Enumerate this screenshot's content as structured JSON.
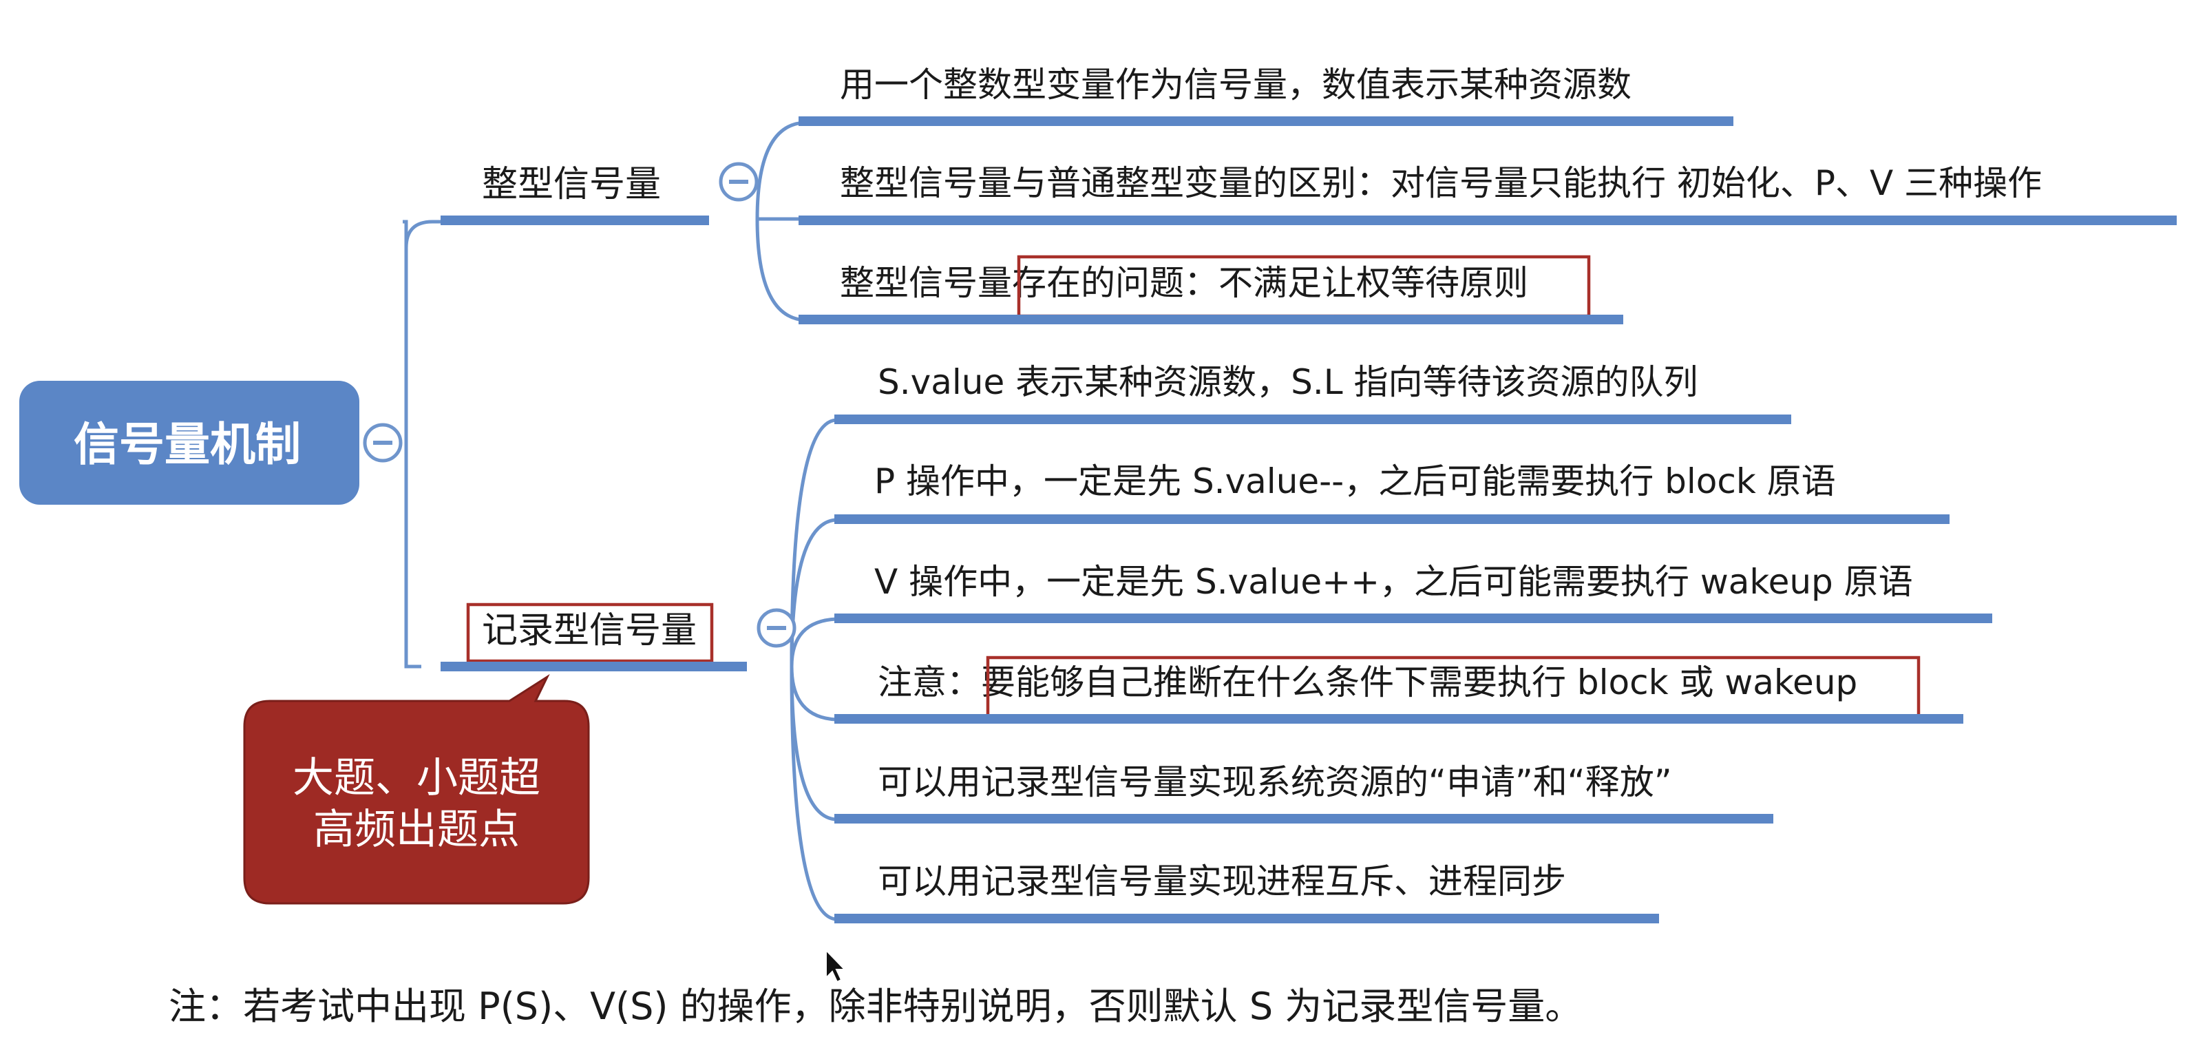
{
  "root": {
    "label": "信号量机制",
    "color": "#5b86c6"
  },
  "branches": [
    {
      "label": "整型信号量",
      "items": [
        {
          "label": "用一个整数型变量作为信号量，数值表示某种资源数"
        },
        {
          "label": "整型信号量与普通整型变量的区别：对信号量只能执行 初始化、P、V 三种操作"
        },
        {
          "label": "整型信号量存在的问题：不满足让权等待原则",
          "highlight": "存在的问题：不满足让权等待原则"
        }
      ]
    },
    {
      "label": "记录型信号量",
      "items": [
        {
          "label": "S.value 表示某种资源数，S.L 指向等待该资源的队列"
        },
        {
          "label": " P 操作中，一定是先 S.value--，之后可能需要执行 block 原语"
        },
        {
          "label": " V 操作中，一定是先 S.value++，之后可能需要执行 wakeup 原语"
        },
        {
          "label": "注意：要能够自己推断在什么条件下需要执行 block 或 wakeup",
          "highlight": "要能够自己推断在什么条件下需要执行 block 或 wakeup"
        },
        {
          "label": "可以用记录型信号量实现系统资源的“申请”和“释放”"
        },
        {
          "label": "可以用记录型信号量实现进程互斥、进程同步"
        }
      ]
    }
  ],
  "callout": {
    "line1": "大题、小题超",
    "line2": "高频出题点",
    "color": "#9e2a24"
  },
  "footnote": "注：若考试中出现 P(S)、V(S) 的操作，除非特别说明，否则默认 S 为记录型信号量。",
  "colors": {
    "branch_line": "#5b86c6",
    "highlight_border": "#a8302a"
  },
  "icons": {
    "collapse": "collapse-minus-icon",
    "cursor": "mouse-pointer-icon"
  }
}
